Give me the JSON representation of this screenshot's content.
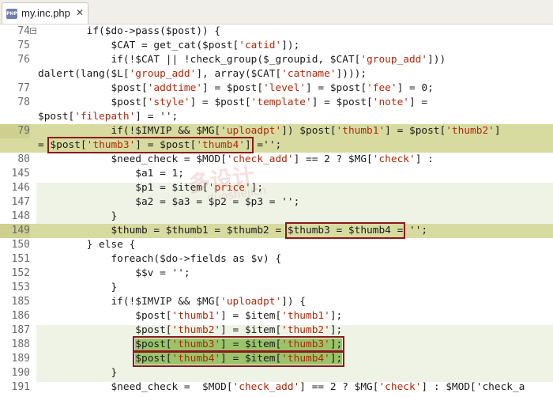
{
  "tab": {
    "icon": "php-file-icon",
    "icon_text": "PHP",
    "title": "my.inc.php",
    "close": "✕"
  },
  "colors": {
    "highlight_line": "#d8dba0",
    "green_select": "#9bc36a",
    "box": "#8b1a1a",
    "string": "#b0280a"
  },
  "watermark": {
    "line1": "多设计",
    "line2": "duoshejicn"
  },
  "lines": [
    {
      "n": "74",
      "code": "        if($do->pass($post)) {"
    },
    {
      "n": "75",
      "code": "            $CAT = get_cat($post['catid']);"
    },
    {
      "n": "76",
      "code": "            if(!$CAT || !check_group($_groupid, $CAT['group_add']))"
    },
    {
      "n": "",
      "code": "dalert(lang($L['group_add'], array($CAT['catname'])));"
    },
    {
      "n": "77",
      "code": "            $post['addtime'] = $post['level'] = $post['fee'] = 0;"
    },
    {
      "n": "78",
      "code": "            $post['style'] = $post['template'] = $post['note'] ="
    },
    {
      "n": "",
      "code": "$post['filepath'] = '';"
    },
    {
      "n": "79",
      "code": "            if(!$IMVIP && $MG['uploadpt']) $post['thumb1'] = $post['thumb2']"
    },
    {
      "n": "",
      "code_a": "= ",
      "code_box": "$post['thumb3'] = $post['thumb4']",
      "code_b": " ='';"
    },
    {
      "n": "80",
      "code": "            $need_check = $MOD['check_add'] == 2 ? $MG['check'] :"
    },
    {
      "n": "145",
      "code": "                $a1 = 1;"
    },
    {
      "n": "146",
      "code": "                $p1 = $item['price'];"
    },
    {
      "n": "147",
      "code": "                $a2 = $a3 = $p2 = $p3 = '';"
    },
    {
      "n": "148",
      "code": "            }"
    },
    {
      "n": "149",
      "code_a": "            $thumb = $thumb1 = $thumb2 = ",
      "code_box": "$thumb3 = $thumb4 =",
      "code_b": " '';"
    },
    {
      "n": "150",
      "code": "        } else {"
    },
    {
      "n": "151",
      "code": "            foreach($do->fields as $v) {"
    },
    {
      "n": "152",
      "code": "                $$v = '';"
    },
    {
      "n": "153",
      "code": "            }"
    },
    {
      "n": "185",
      "code": "            if(!$IMVIP && $MG['uploadpt']) {"
    },
    {
      "n": "186",
      "code": "                $post['thumb1'] = $item['thumb1'];"
    },
    {
      "n": "187",
      "code": "                $post['thumb2'] = $item['thumb2'];"
    },
    {
      "n": "188",
      "code_box": "$post['thumb3'] = $item['thumb3'];",
      "code_a": "                "
    },
    {
      "n": "189",
      "code_box": "$post['thumb4'] = $item['thumb4'];",
      "code_a": "                "
    },
    {
      "n": "190",
      "code": "            }"
    },
    {
      "n": "191",
      "code": "            $need_check =  $MOD['check_add'] == 2 ? $MG['check'] : $MOD['check_a"
    }
  ]
}
